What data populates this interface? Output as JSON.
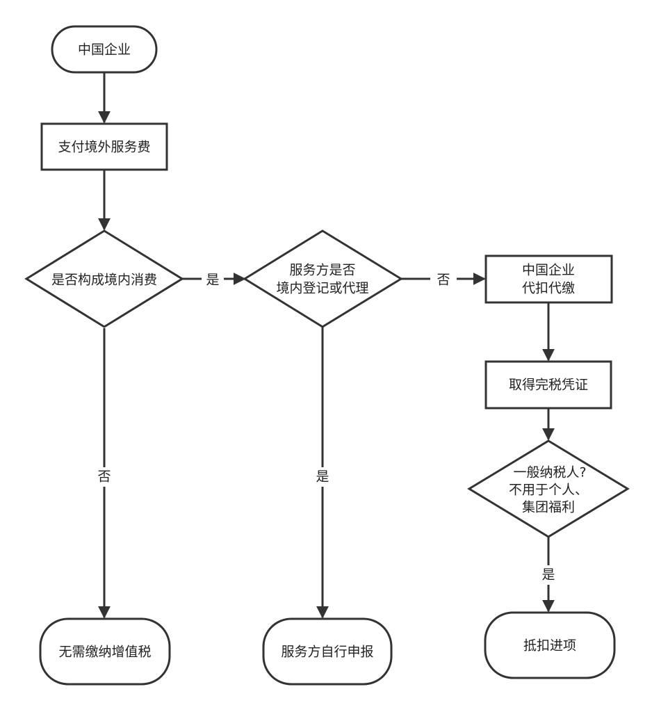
{
  "nodes": {
    "start": "中国企业",
    "pay": "支付境外服务费",
    "q1": "是否构成境内消费",
    "q2": [
      "服务方是否",
      "境内登记或代理"
    ],
    "withhold": [
      "中国企业",
      "代扣代缴"
    ],
    "voucher": "取得完税凭证",
    "q3": [
      "一般纳税人?",
      "不用于个人、",
      "集团福利"
    ],
    "end_no_vat": "无需缴纳增值税",
    "end_self": "服务方自行申报",
    "end_deduct": "抵扣进项"
  },
  "edge_labels": {
    "q1_yes": "是",
    "q1_no": "否",
    "q2_no": "否",
    "q2_yes": "是",
    "q3_yes": "是"
  }
}
